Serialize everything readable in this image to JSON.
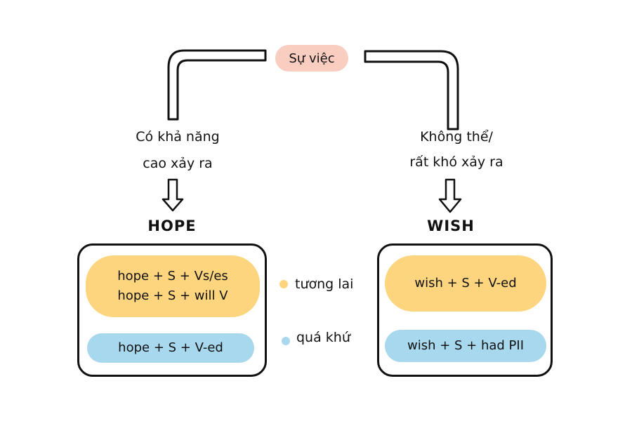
{
  "root": {
    "label": "Sự việc"
  },
  "left": {
    "condition_line1": "Có khả năng",
    "condition_line2": "cao xảy ra",
    "keyword": "HOPE",
    "future_formulas": [
      "hope + S + Vs/es",
      "hope + S + will V"
    ],
    "past_formula": "hope + S + V-ed"
  },
  "right": {
    "condition_line1": "Không thể/",
    "condition_line2": "rất khó xảy ra",
    "keyword": "WISH",
    "future_formula": "wish + S + V-ed",
    "past_formula": "wish + S + had PII"
  },
  "legend": {
    "future": {
      "label": "tương lai",
      "color": "#fdd57e"
    },
    "past": {
      "label": "quá khứ",
      "color": "#a8d8ed"
    }
  },
  "colors": {
    "root_pill": "#f9cdbf"
  }
}
